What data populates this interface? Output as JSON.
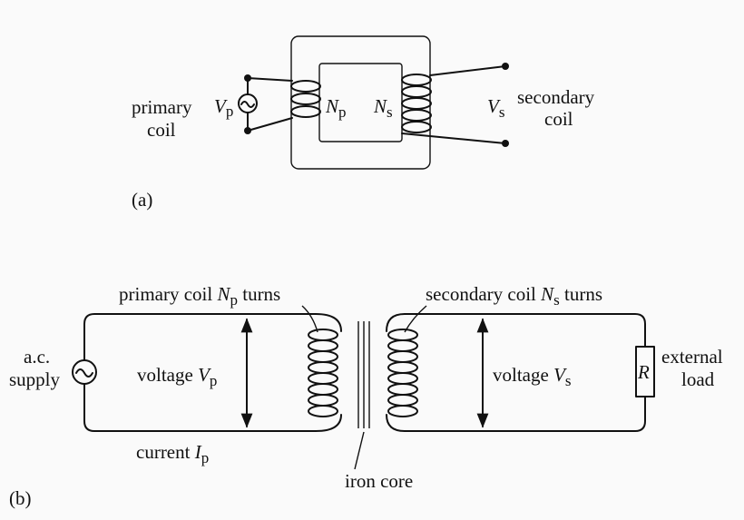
{
  "diagram_a": {
    "panel_label": "(a)",
    "primary_coil": [
      "primary",
      "coil"
    ],
    "vp_symbol": "V",
    "vp_sub": "p",
    "np_symbol": "N",
    "np_sub": "p",
    "ns_symbol": "N",
    "ns_sub": "s",
    "vs_symbol": "V",
    "vs_sub": "s",
    "secondary_coil": [
      "secondary",
      "coil"
    ]
  },
  "diagram_b": {
    "panel_label": "(b)",
    "primary_turns": {
      "prefix": "primary coil ",
      "sym": "N",
      "sub": "p",
      "suffix": " turns"
    },
    "secondary_turns": {
      "prefix": "secondary coil ",
      "sym": "N",
      "sub": "s",
      "suffix": " turns"
    },
    "ac_supply": [
      "a.c.",
      "supply"
    ],
    "voltage_p": {
      "prefix": "voltage ",
      "sym": "V",
      "sub": "p"
    },
    "voltage_s": {
      "prefix": "voltage ",
      "sym": "V",
      "sub": "s"
    },
    "current_p": {
      "prefix": "current ",
      "sym": "I",
      "sub": "p"
    },
    "iron_core": "iron core",
    "resistor_symbol": "R",
    "external_load": [
      "external",
      "load"
    ]
  }
}
